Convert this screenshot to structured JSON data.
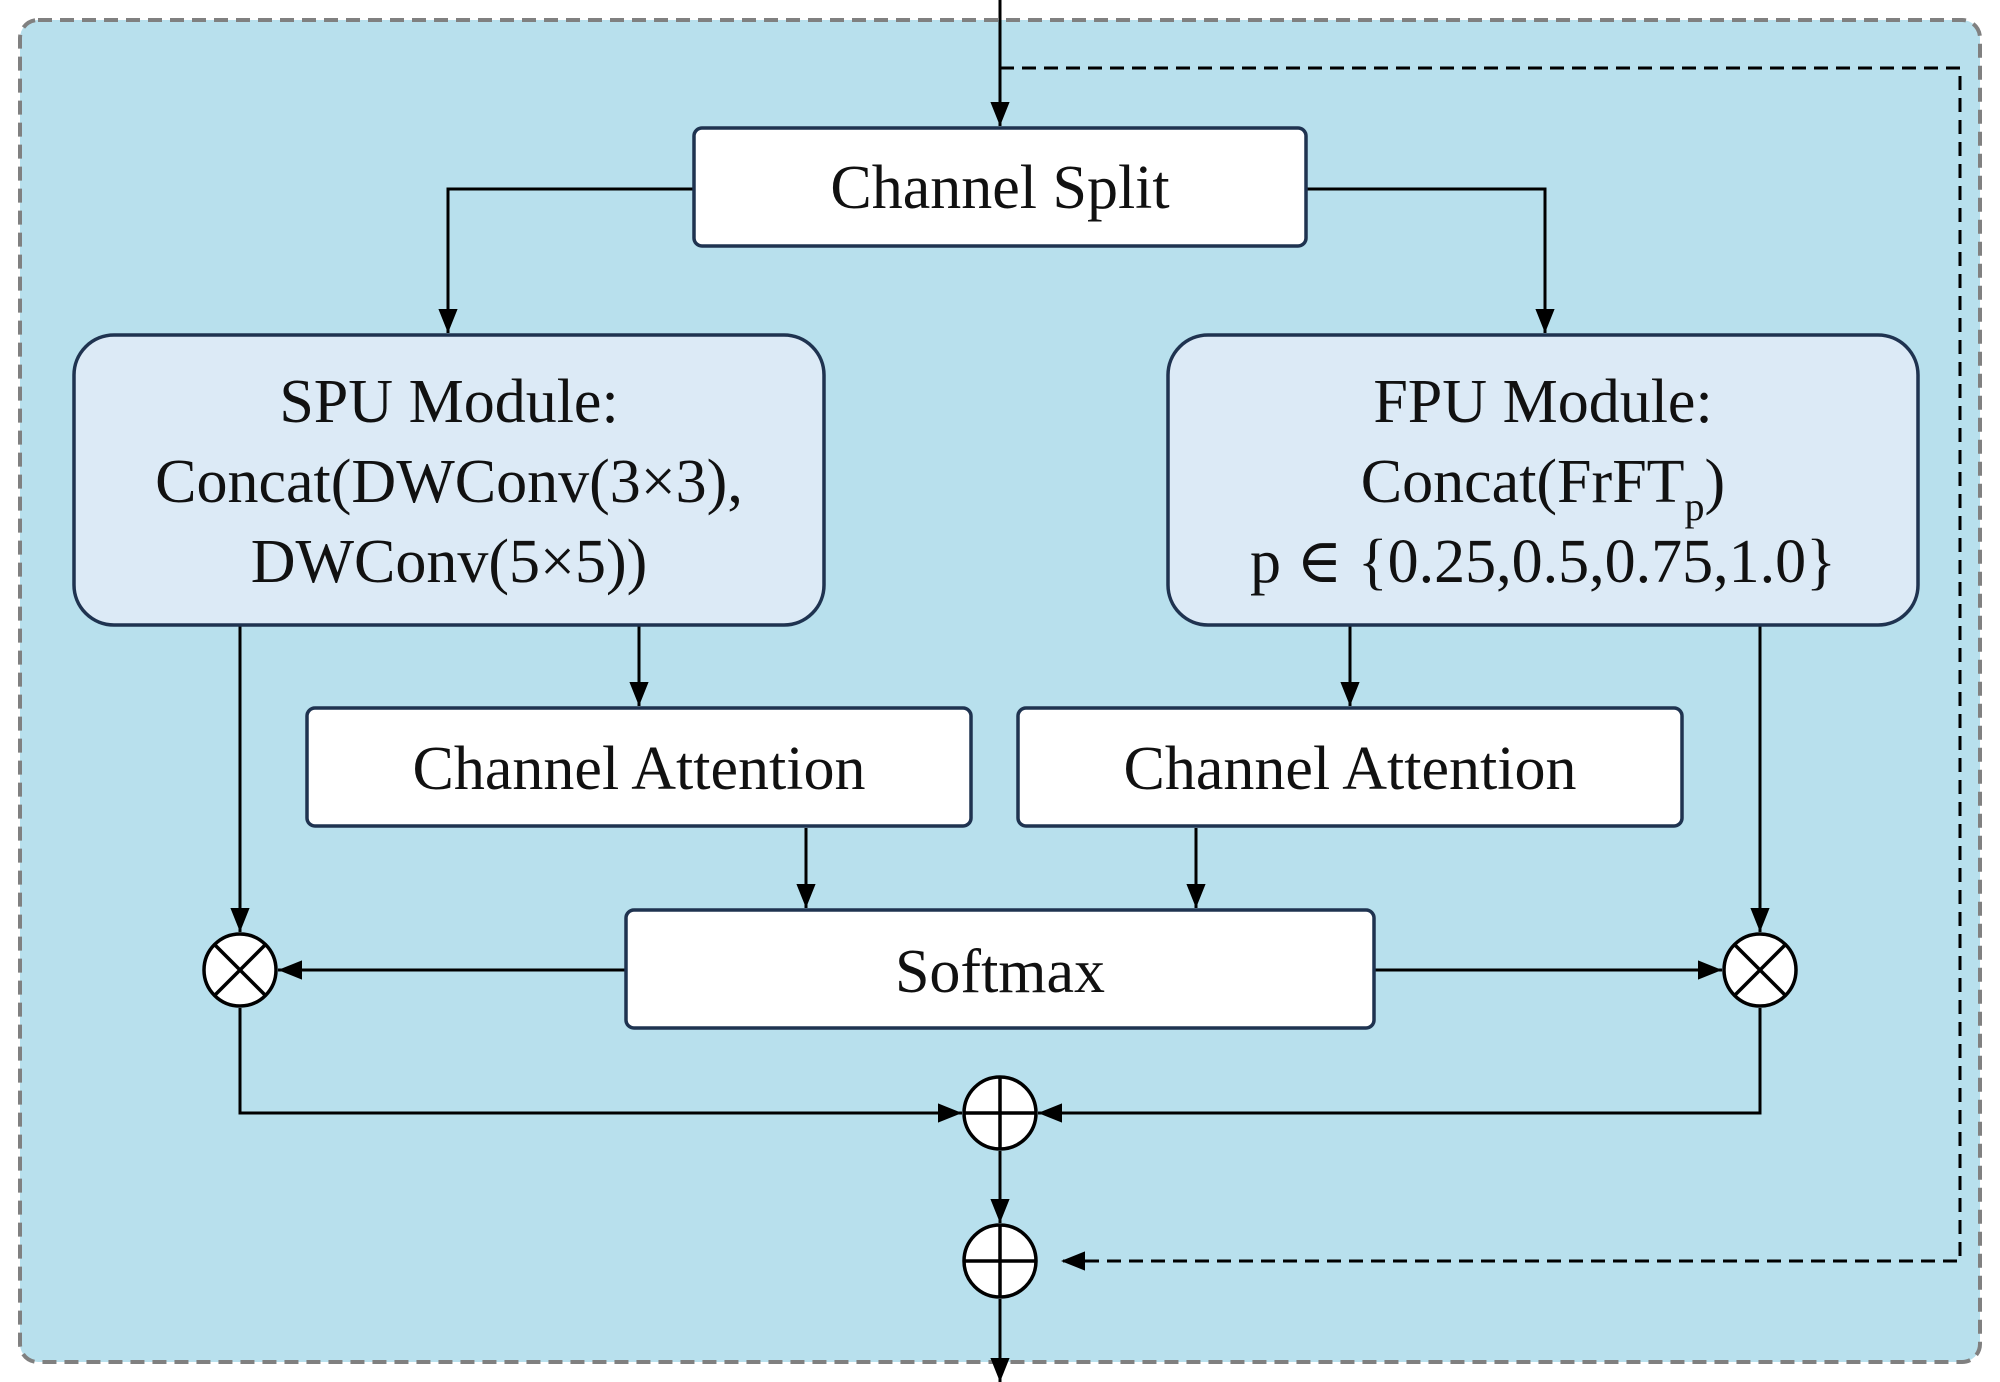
{
  "colors": {
    "panel_fill": "#b8e0ed",
    "panel_border": "#808080",
    "box_fill": "#ffffff",
    "module_fill": "#dceaf6",
    "box_border": "#1f3350",
    "line": "#000000"
  },
  "nodes": {
    "channel_split": "Channel Split",
    "spu_module": {
      "line1": "SPU Module:",
      "line2": "Concat(DWConv(3×3),",
      "line3": "DWConv(5×5))"
    },
    "fpu_module": {
      "line1": "FPU Module:",
      "line2_main": "Concat(FrFT",
      "line2_sub": "p",
      "line2_close": ")",
      "line3": "p  ∈ {0.25,0.5,0.75,1.0}"
    },
    "channel_attention_left": "Channel Attention",
    "channel_attention_right": "Channel Attention",
    "softmax": "Softmax"
  },
  "operators": {
    "multiply_symbol": "⊗",
    "add_symbol": "⊕"
  }
}
